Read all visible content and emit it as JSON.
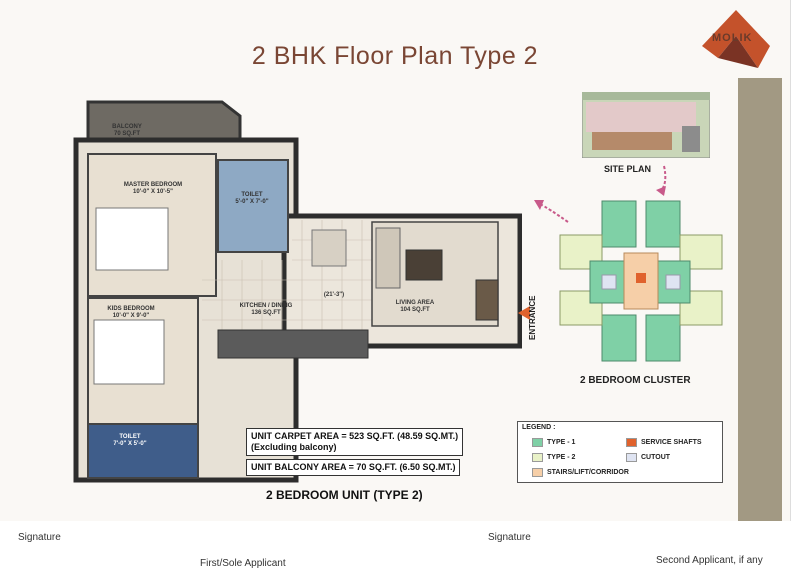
{
  "title": "2 BHK Floor Plan Type 2",
  "brand": {
    "logo_text": "MOLIK"
  },
  "rooms": {
    "balcony": "BALCONY\n70 SQ.FT",
    "master_bedroom": "MASTER BEDROOM\n10'-0\" X 10'-5\"",
    "toilet_1": "TOILET\n5'-0\" X 7'-0\"",
    "kids_bedroom": "KIDS BEDROOM\n10'-0\" X 9'-0\"",
    "kitchen": "KITCHEN / DINING\n136 SQ.FT",
    "dimension": "(21'-3\")",
    "living": "LIVING AREA\n104 SQ.FT",
    "toilet_2": "TOILET\n7'-0\" X 5'-0\""
  },
  "areas": {
    "carpet_line1": "UNIT CARPET AREA = 523 SQ.FT. (48.59 SQ.MT.)",
    "carpet_line2": "(Excluding balcony)",
    "balcony": "UNIT BALCONY AREA = 70 SQ.FT. (6.50 SQ.MT.)"
  },
  "unit_caption": "2 BEDROOM UNIT  (TYPE 2)",
  "site_plan_label": "SITE PLAN",
  "cluster_label": "2 BEDROOM CLUSTER",
  "entrance_label": "ENTRANCE",
  "legend": {
    "title": "LEGEND :",
    "items": [
      {
        "label": "TYPE - 1",
        "color": "#7fd0a6"
      },
      {
        "label": "SERVICE SHAFTS",
        "color": "#e0622d"
      },
      {
        "label": "TYPE - 2",
        "color": "#e9f2c8"
      },
      {
        "label": "CUTOUT",
        "color": "#dfe4f2"
      },
      {
        "label": "STAIRS/LIFT/CORRIDOR",
        "color": "#f6cfa8"
      }
    ]
  },
  "signatures": {
    "left_label": "Signature",
    "left_role": "First/Sole Applicant",
    "right_label": "Signature",
    "right_role": "Second Applicant, if any"
  },
  "colors": {
    "accent": "#c4522b",
    "title": "#7a4634"
  }
}
